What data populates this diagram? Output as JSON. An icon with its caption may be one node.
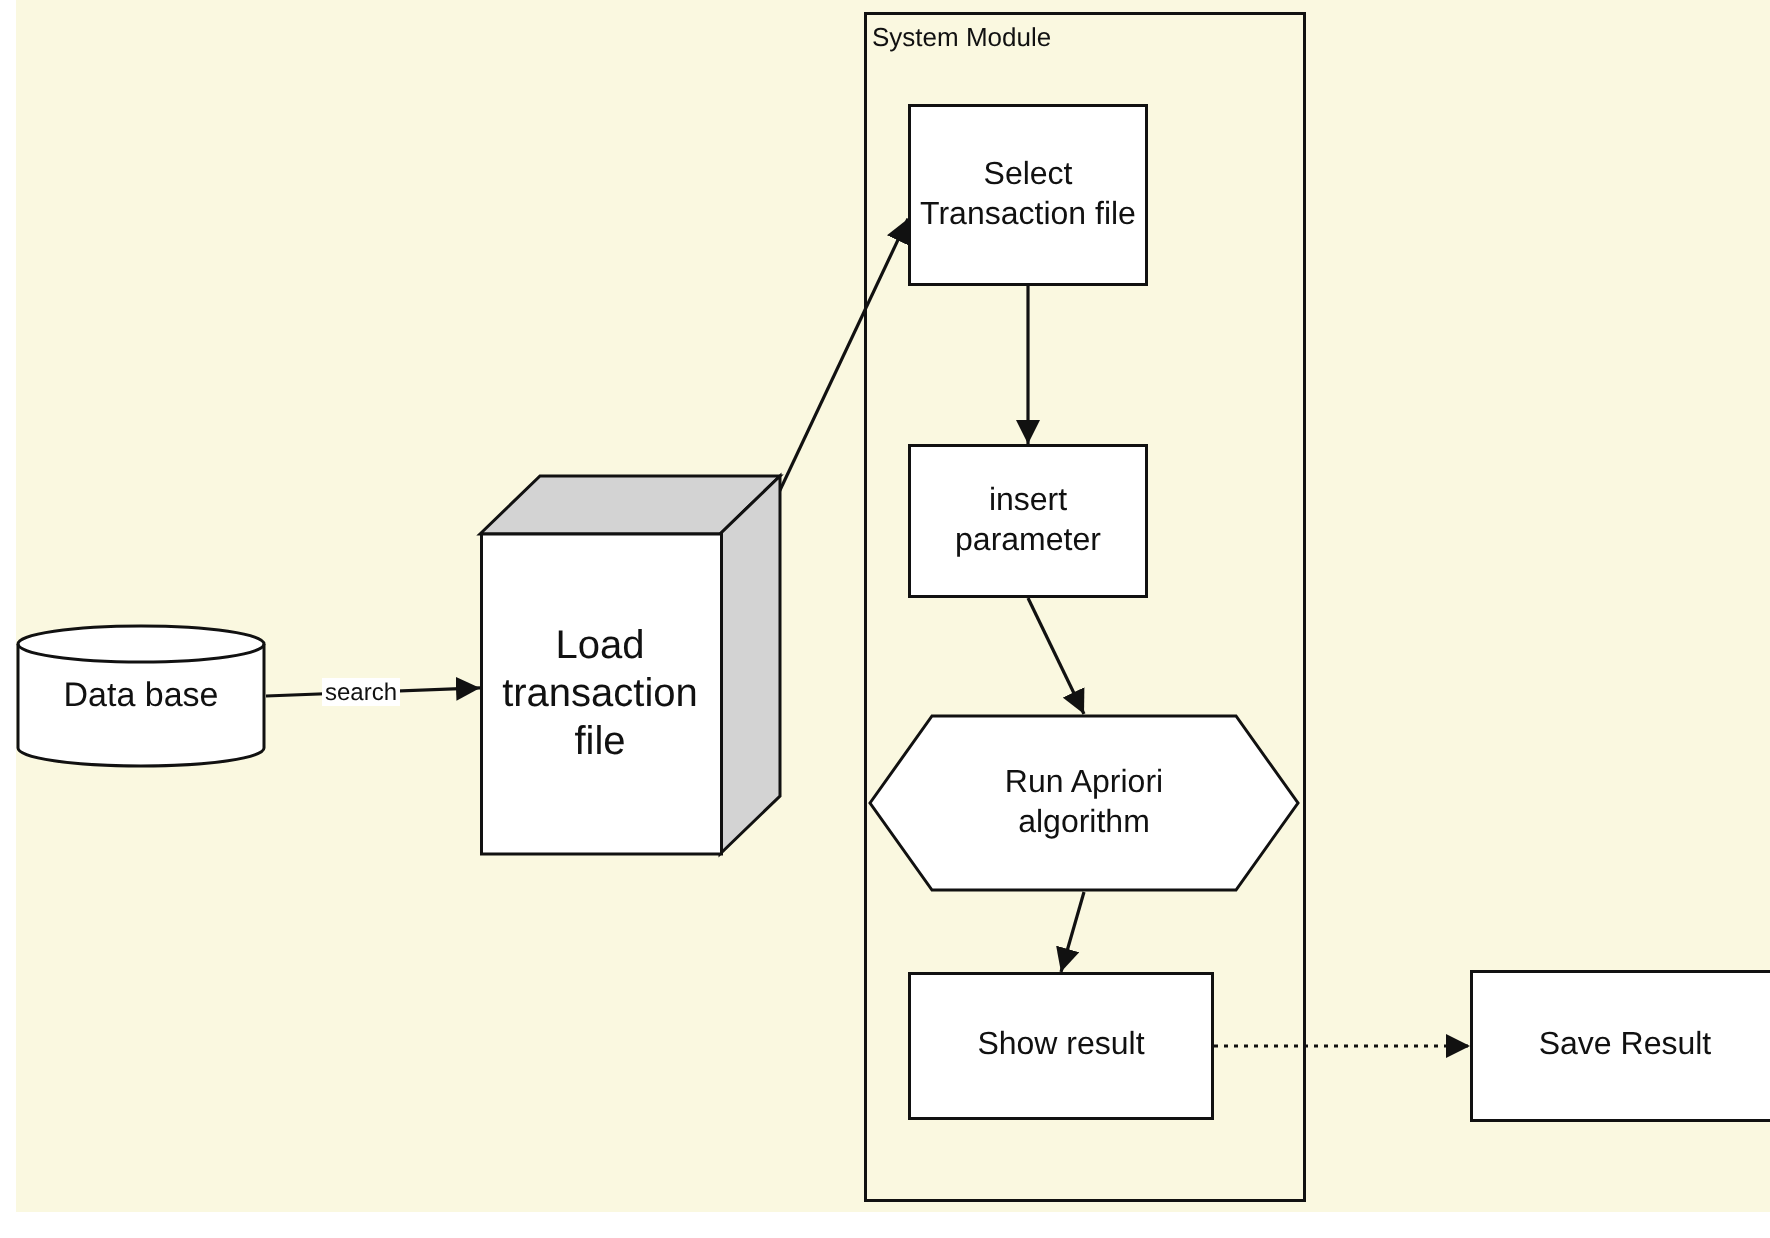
{
  "diagram": {
    "nodes": [
      {
        "text": [
          "Data base"
        ]
      },
      {
        "text": [
          "Load transaction file"
        ]
      },
      {
        "text": [
          "System Module"
        ]
      },
      {
        "text": [
          "Select Transaction file"
        ],
        "in": 2
      },
      {
        "text": [
          "insert parameter"
        ],
        "in": 2
      },
      {
        "text": [
          "Run Apriori algorithm"
        ],
        "in": 2
      },
      {
        "text": [
          "Show result"
        ],
        "in": 2
      },
      {
        "text": [
          "Save Result"
        ]
      }
    ],
    "edges": [
      {
        "from": 0,
        "to": 1,
        "arrow": "to",
        "label": "search"
      },
      {
        "from": 1,
        "to": 3,
        "arrow": "to"
      },
      {
        "from": 3,
        "to": 4,
        "arrow": "to"
      },
      {
        "from": 4,
        "to": 5,
        "arrow": "to"
      },
      {
        "from": 5,
        "to": 6,
        "arrow": "to"
      },
      {
        "from": 6,
        "to": 7,
        "arrow": "to",
        "style": "dashed"
      }
    ]
  }
}
